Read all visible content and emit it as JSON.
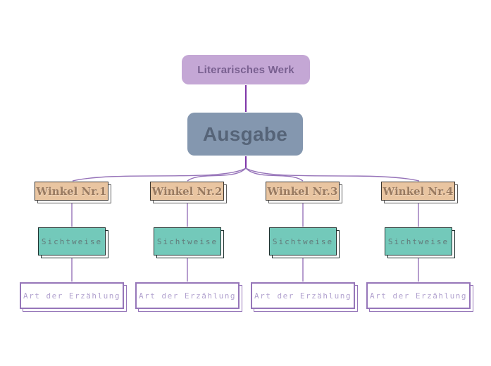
{
  "nodes": {
    "root": {
      "label": "Literarisches Werk",
      "bg": "#c4a7d5",
      "text_color": "#796090"
    },
    "main": {
      "label": "Ausgabe",
      "bg": "#8497af",
      "text_color": "#566478"
    }
  },
  "branches": [
    {
      "angle_label": "Winkel Nr.1",
      "view_label": "Sichtweise",
      "narration_label": "Art der Erzählung"
    },
    {
      "angle_label": "Winkel Nr.2",
      "view_label": "Sichtweise",
      "narration_label": "Art der Erzählung"
    },
    {
      "angle_label": "Winkel Nr.3",
      "view_label": "Sichtweise",
      "narration_label": "Art der Erzählung"
    },
    {
      "angle_label": "Winkel Nr.4",
      "view_label": "Sichtweise",
      "narration_label": "Art der Erzählung"
    }
  ],
  "styles": {
    "angle": {
      "bg": "#e9c5a1",
      "border": "#3a352f",
      "shadow": "#5f5f5f",
      "text_color": "#997a60"
    },
    "view": {
      "bg": "#73c9ba",
      "border": "#20312f",
      "shadow": "#20312f",
      "text_color": "#627a7a"
    },
    "narration": {
      "bg": "#ffffff",
      "border": "#9676b9",
      "shadow": "#9676b9",
      "text_color": "#b2a2cf"
    }
  },
  "connectors": {
    "branch_color": "#9673b9",
    "trunk_color": "#7e36a8"
  }
}
